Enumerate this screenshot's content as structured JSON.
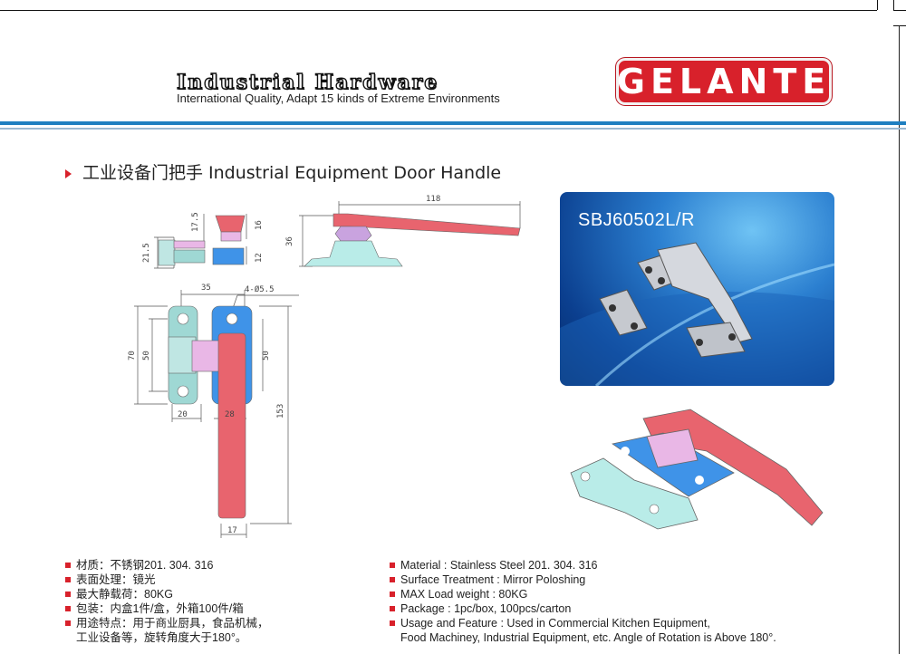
{
  "header": {
    "title": "Industrial Hardware",
    "subtitle": "International Quality, Adapt 15 kinds of Extreme Environments",
    "brand": "GELANTE"
  },
  "section_title": "工业设备门把手 Industrial Equipment Door Handle",
  "photo": {
    "model": "SBJ60502L/R"
  },
  "drawing": {
    "dims": [
      "118",
      "17.5",
      "16",
      "21.5",
      "36",
      "12",
      "35",
      "4-Ø5.5",
      "70",
      "50",
      "50",
      "20",
      "28",
      "153",
      "17"
    ]
  },
  "specs_cn": [
    "材质：不锈钢201. 304. 316",
    "表面处理：镜光",
    "最大静载荷：80KG",
    "包装：内盒1件/盒，外箱100件/箱",
    "用途特点：用于商业厨具，食品机械，",
    "工业设备等，旋转角度大于180°。"
  ],
  "specs_en": [
    "Material : Stainless Steel 201. 304. 316",
    "Surface Treatment : Mirror Poloshing",
    "MAX Load weight : 80KG",
    "Package : 1pc/box,  100pcs/carton",
    "Usage and Feature : Used in Commercial Kitchen Equipment,",
    "Food Machiney, Industrial Equipment, etc. Angle of Rotation is Above 180°."
  ],
  "colors": {
    "red": "#d8212b",
    "blue": "#1f7fc1",
    "part_red": "#e8646e",
    "part_blue": "#3f93e8",
    "part_teal": "#9fd8d4",
    "part_pink": "#e9b7e6"
  }
}
